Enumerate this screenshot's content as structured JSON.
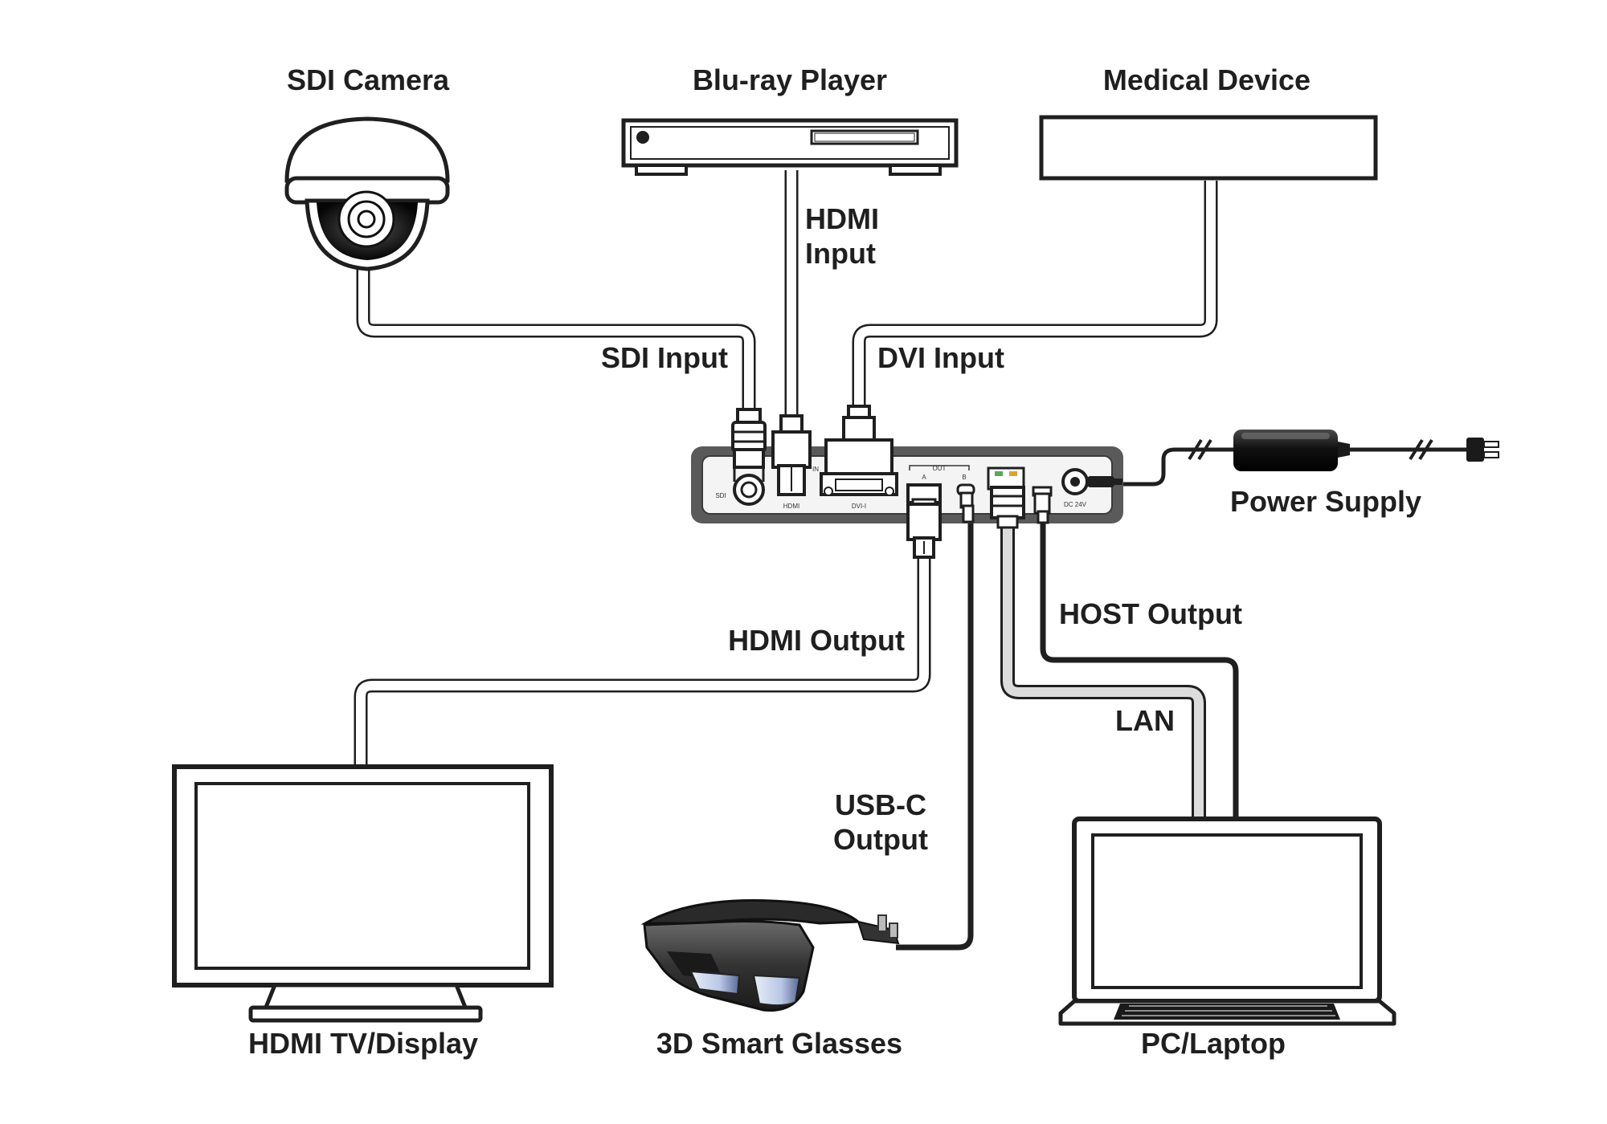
{
  "devices": {
    "sdi_camera": "SDI Camera",
    "bluray_player": "Blu-ray Player",
    "medical_device": "Medical Device",
    "power_supply": "Power Supply",
    "hdmi_display": "HDMI TV/Display",
    "smart_glasses": "3D Smart Glasses",
    "pc_laptop": "PC/Laptop"
  },
  "connections": {
    "hdmi_input_line1": "HDMI",
    "hdmi_input_line2": "Input",
    "sdi_input": "SDI Input",
    "dvi_input": "DVI Input",
    "hdmi_output": "HDMI Output",
    "host_output": "HOST Output",
    "lan": "LAN",
    "usbc_output_line1": "USB-C",
    "usbc_output_line2": "Output"
  },
  "hub_ports": {
    "sdi": "SDI",
    "hdmi": "HDMI",
    "in": "IN",
    "dvi": "DVI-I",
    "out": "OUT",
    "out_a": "A",
    "out_b": "B",
    "dc": "DC 24V"
  },
  "colors": {
    "hub_outline": "#555555",
    "hub_face": "#f3f3f3",
    "line": "#1f1f1f",
    "cable_fill": "#ffffff",
    "lan_cable_fill": "#dcdcdc"
  }
}
